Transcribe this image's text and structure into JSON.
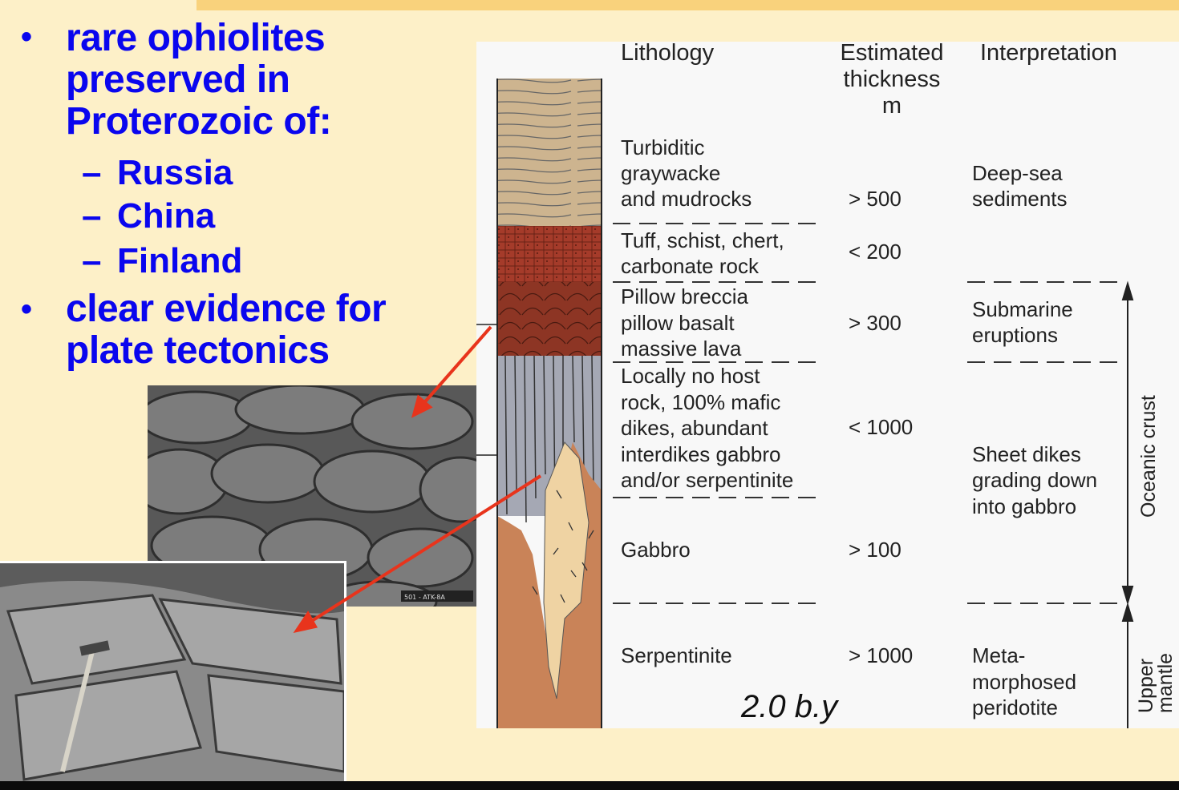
{
  "bullets": {
    "b1_line1": "rare ophiolites",
    "b1_line2": "preserved in",
    "b1_line3": "Proterozoic of:",
    "sub1": "Russia",
    "sub2": "China",
    "sub3": "Finland",
    "b2_line1": "clear evidence for",
    "b2_line2": "plate tectonics",
    "dash": "–",
    "bullet": "•"
  },
  "photo1": {
    "caption": "501 - ATK-8A"
  },
  "diagram": {
    "headers": {
      "lithology": "Lithology",
      "thickness_1": "Estimated",
      "thickness_2": "thickness",
      "thickness_3": "m",
      "interpretation": "Interpretation"
    },
    "layers": [
      {
        "lith": [
          "Turbiditic",
          "graywacke",
          "and mudrocks"
        ],
        "thickness": "> 500",
        "interp": [
          "Deep-sea",
          "sediments"
        ]
      },
      {
        "lith": [
          "Tuff, schist, chert,",
          "carbonate rock"
        ],
        "thickness": "< 200",
        "interp": []
      },
      {
        "lith": [
          "Pillow breccia",
          "pillow basalt",
          "massive lava"
        ],
        "thickness": "> 300",
        "interp": [
          "Submarine",
          "eruptions"
        ]
      },
      {
        "lith": [
          "Locally no host",
          "rock, 100% mafic",
          "dikes, abundant",
          "interdikes gabbro",
          "and/or serpentinite"
        ],
        "thickness": "< 1000",
        "interp": [
          "Sheet dikes",
          "grading down",
          "into  gabbro"
        ]
      },
      {
        "lith": [
          "Gabbro"
        ],
        "thickness": "> 100",
        "interp": []
      },
      {
        "lith": [
          "Serpentinite"
        ],
        "thickness": "> 1000",
        "interp": [
          "Meta-",
          "morphosed",
          "peridotite"
        ]
      }
    ],
    "zones": {
      "oceanic_crust": "Oceanic crust",
      "upper_mantle_1": "Upper",
      "upper_mantle_2": "mantle"
    },
    "age_label": "2.0 b.y"
  },
  "colors": {
    "background": "#fdf0c8",
    "bullet_text": "#0a06ee",
    "arrow": "#e8341c",
    "sediment": "#cdb48f",
    "tuff": "#a53b2a",
    "pillow": "#8d3524",
    "dikes": "#a5a8b4",
    "gabbro": "#efd3a3",
    "serpentinite": "#c98358"
  }
}
